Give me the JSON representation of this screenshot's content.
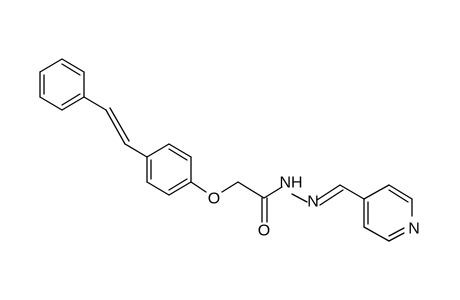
{
  "atoms": {
    "ether_oxygen": "O",
    "carbonyl_oxygen": "O",
    "amide_nh": "NH",
    "hydrazone_nitrogen": "N",
    "pyridine_nitrogen": "N"
  },
  "colors": {
    "bond": "#000000",
    "label": "#000000",
    "background": "#ffffff"
  }
}
